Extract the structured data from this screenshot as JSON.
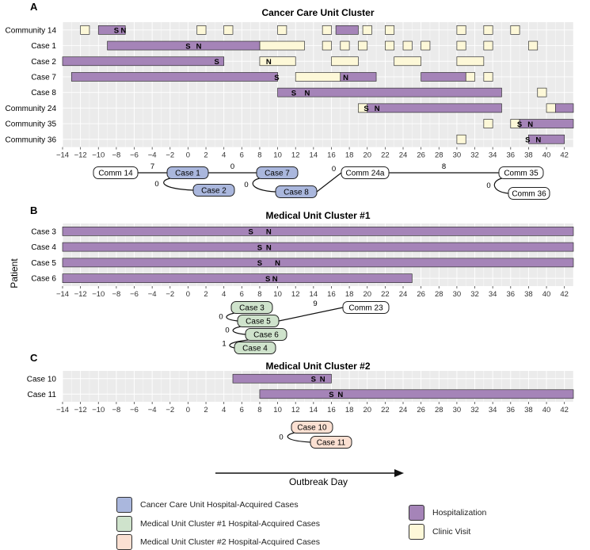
{
  "ylabel": "Patient",
  "xlabel": "Outbreak Day",
  "colors": {
    "hospitalization": "#a584b8",
    "clinic": "#fdf8d8",
    "ccu": "#aab7dd",
    "mu1": "#cfe3cc",
    "mu2": "#fbe0d2",
    "panel_bg": "#ebebeb"
  },
  "chart_data": [
    {
      "type": "timeline",
      "panel_label": "A",
      "title": "Cancer Care Unit Cluster",
      "xlim": [
        -14,
        43
      ],
      "xticks": [
        -14,
        -12,
        -10,
        -8,
        -6,
        -4,
        -2,
        0,
        2,
        4,
        6,
        8,
        10,
        12,
        14,
        16,
        18,
        20,
        22,
        24,
        26,
        28,
        30,
        32,
        34,
        36,
        38,
        40,
        42
      ],
      "rows": [
        {
          "label": "Community 14",
          "hosp": [
            [
              -10,
              -7
            ],
            [
              16.5,
              19
            ]
          ],
          "clinic": [
            [
              -12,
              -11
            ],
            [
              1,
              2
            ],
            [
              4,
              5
            ],
            [
              10,
              11
            ],
            [
              15,
              16
            ],
            [
              19.5,
              20.5
            ],
            [
              22,
              23
            ],
            [
              30,
              31
            ],
            [
              33,
              34
            ],
            [
              36,
              37
            ]
          ],
          "marks": [
            {
              "day": -8,
              "text": "S"
            },
            {
              "day": -7.2,
              "text": "N"
            }
          ]
        },
        {
          "label": "Case 1",
          "hosp": [
            [
              -9,
              8
            ]
          ],
          "clinic": [
            [
              8,
              13
            ],
            [
              15,
              16
            ],
            [
              17,
              18
            ],
            [
              19,
              20
            ],
            [
              22,
              23
            ],
            [
              24,
              25
            ],
            [
              26,
              27
            ],
            [
              30,
              31
            ],
            [
              33,
              34
            ],
            [
              38,
              39
            ]
          ],
          "marks": [
            {
              "day": 0,
              "text": "S"
            },
            {
              "day": 1.2,
              "text": "N"
            }
          ]
        },
        {
          "label": "Case 2",
          "hosp": [
            [
              -14,
              4
            ]
          ],
          "clinic": [
            [
              8,
              12
            ],
            [
              16,
              19
            ],
            [
              23,
              26
            ],
            [
              30,
              33
            ]
          ],
          "marks": [
            {
              "day": 3.2,
              "text": "S"
            },
            {
              "day": 9,
              "text": "N"
            }
          ]
        },
        {
          "label": "Case 7",
          "hosp": [
            [
              -13,
              10
            ],
            [
              17,
              21
            ],
            [
              26,
              31
            ]
          ],
          "clinic": [
            [
              12,
              17
            ],
            [
              31,
              32
            ],
            [
              33,
              34
            ]
          ],
          "marks": [
            {
              "day": 9.9,
              "text": "S"
            },
            {
              "day": 17.6,
              "text": "N"
            }
          ]
        },
        {
          "label": "Case 8",
          "hosp": [
            [
              10,
              35
            ]
          ],
          "clinic": [
            [
              39,
              40
            ]
          ],
          "marks": [
            {
              "day": 11.8,
              "text": "S"
            },
            {
              "day": 13.3,
              "text": "N"
            }
          ]
        },
        {
          "label": "Community 24",
          "hosp": [
            [
              20,
              35
            ],
            [
              41,
              43
            ]
          ],
          "clinic": [
            [
              19,
              20
            ],
            [
              40,
              41
            ]
          ],
          "marks": [
            {
              "day": 19.9,
              "text": "S"
            },
            {
              "day": 21.1,
              "text": "N"
            }
          ]
        },
        {
          "label": "Community 35",
          "hosp": [
            [
              37,
              43
            ]
          ],
          "clinic": [
            [
              33,
              34
            ],
            [
              36,
              37
            ]
          ],
          "marks": [
            {
              "day": 37,
              "text": "S"
            },
            {
              "day": 38.2,
              "text": "N"
            }
          ]
        },
        {
          "label": "Community 36",
          "hosp": [
            [
              38,
              42
            ]
          ],
          "clinic": [
            [
              30,
              31
            ]
          ],
          "marks": [
            {
              "day": 37.9,
              "text": "S"
            },
            {
              "day": 39.1,
              "text": "N"
            }
          ]
        }
      ],
      "network": {
        "nodes": [
          {
            "id": "c14",
            "label": "Comm 14",
            "group": "comm"
          },
          {
            "id": "case1",
            "label": "Case 1",
            "group": "ccu"
          },
          {
            "id": "case2",
            "label": "Case 2",
            "group": "ccu"
          },
          {
            "id": "case7",
            "label": "Case 7",
            "group": "ccu"
          },
          {
            "id": "case8",
            "label": "Case 8",
            "group": "ccu"
          },
          {
            "id": "c24a",
            "label": "Comm 24a",
            "group": "comm"
          },
          {
            "id": "c35",
            "label": "Comm 35",
            "group": "comm"
          },
          {
            "id": "c36",
            "label": "Comm 36",
            "group": "comm"
          }
        ],
        "edges": [
          {
            "from": "c14",
            "to": "case1",
            "label": "7"
          },
          {
            "from": "case1",
            "to": "case2",
            "label": "0"
          },
          {
            "from": "case1",
            "to": "case7",
            "label": "0"
          },
          {
            "from": "case7",
            "to": "case8",
            "label": "0"
          },
          {
            "from": "case8",
            "to": "c24a",
            "label": "0"
          },
          {
            "from": "c24a",
            "to": "c35",
            "label": "8"
          },
          {
            "from": "c35",
            "to": "c36",
            "label": "0"
          }
        ]
      }
    },
    {
      "type": "timeline",
      "panel_label": "B",
      "title": "Medical Unit Cluster #1",
      "xlim": [
        -14,
        43
      ],
      "xticks": [
        -14,
        -12,
        -10,
        -8,
        -6,
        -4,
        -2,
        0,
        2,
        4,
        6,
        8,
        10,
        12,
        14,
        16,
        18,
        20,
        22,
        24,
        26,
        28,
        30,
        32,
        34,
        36,
        38,
        40,
        42
      ],
      "rows": [
        {
          "label": "Case 3",
          "hosp": [
            [
              -14,
              43
            ]
          ],
          "clinic": [],
          "marks": [
            {
              "day": 7,
              "text": "S"
            },
            {
              "day": 9,
              "text": "N"
            }
          ]
        },
        {
          "label": "Case 4",
          "hosp": [
            [
              -14,
              43
            ]
          ],
          "clinic": [],
          "marks": [
            {
              "day": 8,
              "text": "S"
            },
            {
              "day": 9,
              "text": "N"
            }
          ]
        },
        {
          "label": "Case 5",
          "hosp": [
            [
              -14,
              43
            ]
          ],
          "clinic": [],
          "marks": [
            {
              "day": 8,
              "text": "S"
            },
            {
              "day": 10,
              "text": "N"
            }
          ]
        },
        {
          "label": "Case 6",
          "hosp": [
            [
              -14,
              25
            ]
          ],
          "clinic": [],
          "marks": [
            {
              "day": 8.9,
              "text": "S"
            },
            {
              "day": 9.7,
              "text": "N"
            }
          ]
        }
      ],
      "network": {
        "nodes": [
          {
            "id": "case3",
            "label": "Case 3",
            "group": "mu1"
          },
          {
            "id": "case5",
            "label": "Case 5",
            "group": "mu1"
          },
          {
            "id": "case6",
            "label": "Case 6",
            "group": "mu1"
          },
          {
            "id": "case4",
            "label": "Case 4",
            "group": "mu1"
          },
          {
            "id": "c23",
            "label": "Comm 23",
            "group": "comm"
          }
        ],
        "edges": [
          {
            "from": "case3",
            "to": "case5",
            "label": "0"
          },
          {
            "from": "case5",
            "to": "case6",
            "label": "0"
          },
          {
            "from": "case6",
            "to": "case4",
            "label": "1"
          },
          {
            "from": "case5",
            "to": "c23",
            "label": "9"
          }
        ]
      }
    },
    {
      "type": "timeline",
      "panel_label": "C",
      "title": "Medical Unit Cluster #2",
      "xlim": [
        -14,
        43
      ],
      "xticks": [
        -14,
        -12,
        -10,
        -8,
        -6,
        -4,
        -2,
        0,
        2,
        4,
        6,
        8,
        10,
        12,
        14,
        16,
        18,
        20,
        22,
        24,
        26,
        28,
        30,
        32,
        34,
        36,
        38,
        40,
        42
      ],
      "rows": [
        {
          "label": "Case 10",
          "hosp": [
            [
              5,
              16
            ]
          ],
          "clinic": [],
          "marks": [
            {
              "day": 14,
              "text": "S"
            },
            {
              "day": 15,
              "text": "N"
            }
          ]
        },
        {
          "label": "Case 11",
          "hosp": [
            [
              8,
              43
            ]
          ],
          "clinic": [],
          "marks": [
            {
              "day": 16,
              "text": "S"
            },
            {
              "day": 17,
              "text": "N"
            }
          ]
        }
      ],
      "network": {
        "nodes": [
          {
            "id": "case10",
            "label": "Case 10",
            "group": "mu2"
          },
          {
            "id": "case11",
            "label": "Case 11",
            "group": "mu2"
          }
        ],
        "edges": [
          {
            "from": "case10",
            "to": "case11",
            "label": "0"
          }
        ]
      }
    }
  ],
  "legend": {
    "groups": [
      {
        "label": "Cancer Care Unit Hospital-Acquired Cases",
        "color_key": "ccu"
      },
      {
        "label": "Medical Unit Cluster #1 Hospital-Acquired Cases",
        "color_key": "mu1"
      },
      {
        "label": "Medical Unit Cluster #2 Hospital-Acquired Cases",
        "color_key": "mu2"
      }
    ],
    "types": [
      {
        "label": "Hospitalization",
        "color_key": "hospitalization"
      },
      {
        "label": "Clinic Visit",
        "color_key": "clinic"
      }
    ]
  }
}
